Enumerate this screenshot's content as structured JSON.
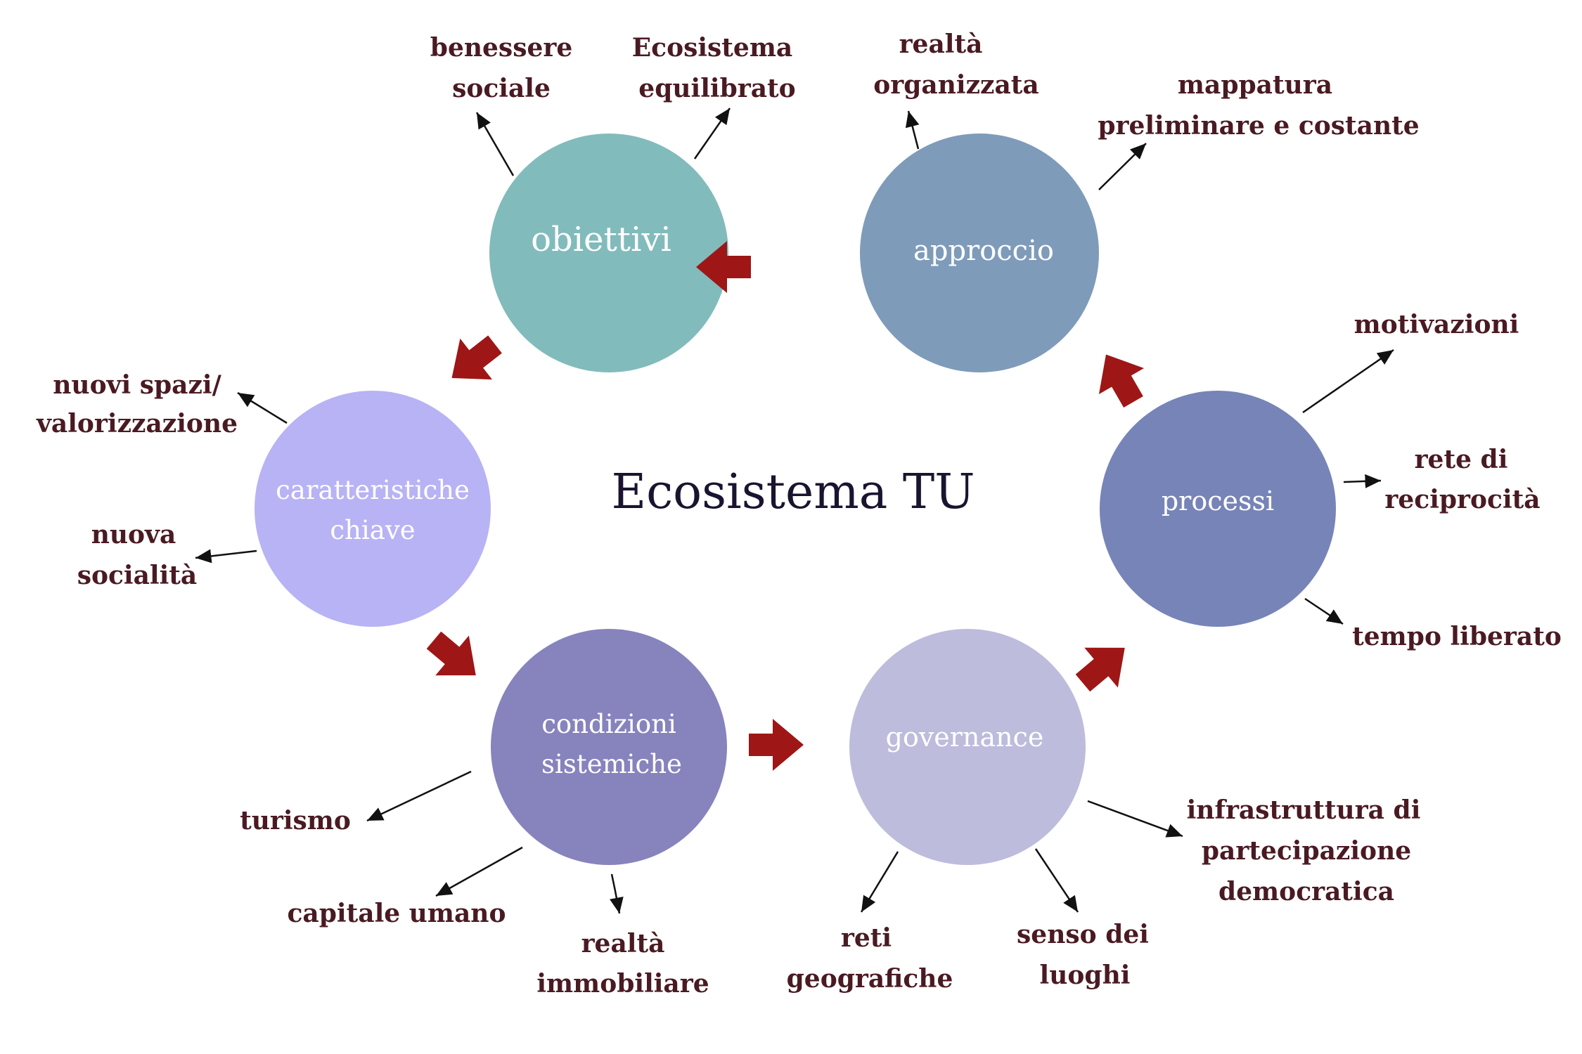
{
  "title": "Ecosistema TU",
  "colors": {
    "arrow_red": "#9e1616",
    "branch_text": "#4a1a22",
    "obiettivi": "#82bbbb",
    "approccio": "#7f9bba",
    "caratteristiche": "#b8b3f4",
    "processi": "#7784b7",
    "condizioni": "#8783bd",
    "governance": "#bdbcdc"
  },
  "nodes": {
    "obiettivi": {
      "lines": [
        "obiettivi"
      ]
    },
    "approccio": {
      "lines": [
        "approccio"
      ]
    },
    "caratteristiche": {
      "lines": [
        "caratteristiche",
        "chiave"
      ]
    },
    "processi": {
      "lines": [
        "processi"
      ]
    },
    "condizioni": {
      "lines": [
        "condizioni",
        "sistemiche"
      ]
    },
    "governance": {
      "lines": [
        "governance"
      ]
    }
  },
  "branches": {
    "benessere_sociale": [
      "benessere",
      "sociale"
    ],
    "ecosistema_equilibrato": [
      "Ecosistema",
      "equilibrato"
    ],
    "realta_organizzata": [
      "realtà",
      "organizzata"
    ],
    "mappatura": [
      "mappatura",
      "preliminare e costante"
    ],
    "nuovi_spazi": [
      "nuovi spazi/",
      "valorizzazione"
    ],
    "nuova_socialita": [
      "nuova",
      "socialità"
    ],
    "motivazioni": [
      "motivazioni"
    ],
    "rete_reciprocita": [
      "rete di",
      "reciprocità"
    ],
    "tempo_liberato": [
      "tempo liberato"
    ],
    "turismo": [
      "turismo"
    ],
    "capitale_umano": [
      "capitale umano"
    ],
    "realta_immobiliare": [
      "realtà",
      "immobiliare"
    ],
    "reti_geografiche": [
      "reti",
      "geografiche"
    ],
    "senso_luoghi": [
      "senso dei",
      "luoghi"
    ],
    "infrastruttura": [
      "infrastruttura di",
      "partecipazione",
      "democratica"
    ]
  }
}
